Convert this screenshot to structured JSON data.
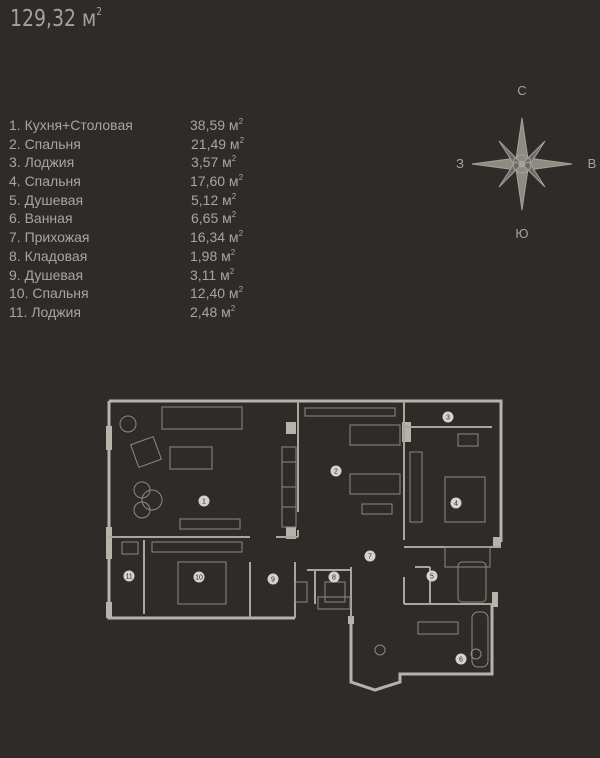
{
  "total_area": {
    "value": "129,32",
    "unit": "м",
    "power": "2"
  },
  "rooms": [
    {
      "label": "1. Кухня+Столовая",
      "area": "38,59 м",
      "power": "2"
    },
    {
      "label": "2. Спальня",
      "area": "21,49 м",
      "power": "2"
    },
    {
      "label": "3. Лоджия",
      "area": "3,57 м",
      "power": "2"
    },
    {
      "label": "4. Спальня",
      "area": "17,60 м",
      "power": "2"
    },
    {
      "label": "5. Душевая",
      "area": "5,12 м",
      "power": "2"
    },
    {
      "label": "6. Ванная",
      "area": "6,65 м",
      "power": "2"
    },
    {
      "label": "7. Прихожая",
      "area": "16,34 м",
      "power": "2"
    },
    {
      "label": "8. Кладовая",
      "area": "1,98 м",
      "power": "2"
    },
    {
      "label": "9. Душевая",
      "area": "3,11 м",
      "power": "2"
    },
    {
      "label": "10. Спальня",
      "area": "12,40 м",
      "power": "2"
    },
    {
      "label": "11. Лоджия",
      "area": "2,48 м",
      "power": "2"
    }
  ],
  "compass": {
    "north": "С",
    "south": "Ю",
    "west": "З",
    "east": "В"
  },
  "plan_markers": [
    "1",
    "2",
    "3",
    "4",
    "5",
    "6",
    "7",
    "8",
    "9",
    "10",
    "11"
  ],
  "colors": {
    "background": "#2e2c29",
    "text": "#a9a59d",
    "walls": "#b3b0a9",
    "furniture": "#8d8a84"
  }
}
